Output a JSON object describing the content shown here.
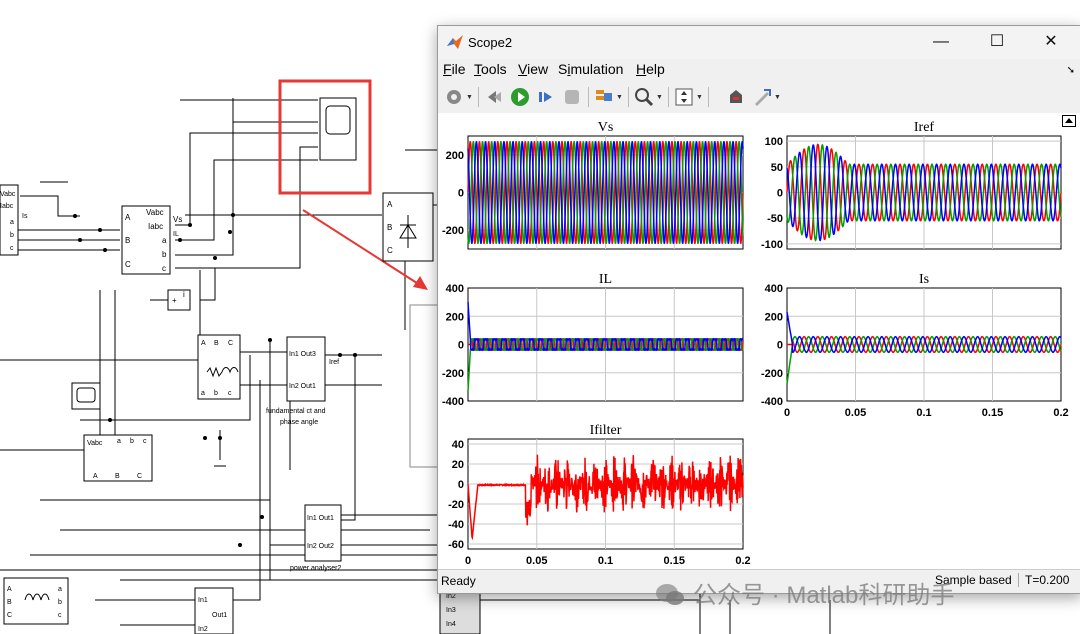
{
  "window": {
    "title": "Scope2",
    "minimize": "—",
    "maximize": "☐",
    "close": "✕"
  },
  "menu": [
    {
      "label": "File",
      "mnemonic": "F"
    },
    {
      "label": "Tools",
      "mnemonic": "T"
    },
    {
      "label": "View",
      "mnemonic": "V"
    },
    {
      "label": "Simulation",
      "mnemonic": "i"
    },
    {
      "label": "Help",
      "mnemonic": "H"
    }
  ],
  "toolbar": [
    "settings-icon",
    "restore-view-icon",
    "run-icon",
    "step-forward-icon",
    "stop-icon",
    "style-icon",
    "zoom-icon",
    "autoscale-icon",
    "highlight-icon",
    "measure-icon"
  ],
  "status": {
    "left": "Ready",
    "sample": "Sample based",
    "time": "T=0.200"
  },
  "watermark": "公众号 · Matlab科研助手",
  "colors": {
    "phase_a": "#ff0000",
    "phase_b": "#00a000",
    "phase_c": "#0000ff",
    "highlight_box": "#e53935"
  },
  "diagram": {
    "labels": {
      "vabc": "Vabc",
      "iabc": "Iabc",
      "is": "Is",
      "vabc2": "Vabc",
      "iabc2": "Iabc",
      "vs": "Vs",
      "a": "a",
      "b": "b",
      "c": "c",
      "A": "A",
      "B": "B",
      "C": "C",
      "il": "IL",
      "in1out3": "In1 Out3",
      "in2out1": "In2 Out1",
      "iref": "Iref",
      "fund1": "fundamental ct and",
      "fund2": "phase angle",
      "in1out1": "In1 Out1",
      "in2out2": "In2 Out2",
      "pa2": "power analyser2",
      "in1": "In1",
      "out1": "Out1",
      "in2": "In2",
      "in3": "In3",
      "in4": "In4",
      "plus": "+",
      "i": "i"
    }
  },
  "chart_data": [
    {
      "type": "line",
      "title": "Vs",
      "xlim": [
        0,
        0.2
      ],
      "ylim": [
        -300,
        300
      ],
      "yticks": [
        -200,
        0,
        200
      ],
      "xticks": [],
      "grid": true,
      "series": [
        {
          "color": "#ff0000",
          "amplitude": 270,
          "phase_deg": 0,
          "freq": 150
        },
        {
          "color": "#00a000",
          "amplitude": 270,
          "phase_deg": -120,
          "freq": 150
        },
        {
          "color": "#0000ff",
          "amplitude": 270,
          "phase_deg": 120,
          "freq": 150
        }
      ]
    },
    {
      "type": "line",
      "title": "Iref",
      "xlim": [
        0,
        0.2
      ],
      "ylim": [
        -110,
        110
      ],
      "yticks": [
        -100,
        -50,
        0,
        50,
        100
      ],
      "xticks": [],
      "grid": true,
      "series": [
        {
          "color": "#ff0000",
          "amplitude": 55,
          "phase_deg": 0,
          "freq": 100
        },
        {
          "color": "#00a000",
          "amplitude": 55,
          "phase_deg": -120,
          "freq": 100
        },
        {
          "color": "#0000ff",
          "amplitude": 55,
          "phase_deg": 120,
          "freq": 100
        }
      ]
    },
    {
      "type": "line",
      "title": "IL",
      "xlim": [
        0,
        0.2
      ],
      "ylim": [
        -400,
        400
      ],
      "yticks": [
        -400,
        -200,
        0,
        200,
        400
      ],
      "xticks": [],
      "grid": true,
      "series": [
        {
          "color": "#ff0000",
          "amplitude": 40,
          "phase_deg": 0,
          "freq": 150
        },
        {
          "color": "#00a000",
          "amplitude": 40,
          "phase_deg": -120,
          "freq": 150
        },
        {
          "color": "#0000ff",
          "amplitude": 40,
          "phase_deg": 120,
          "freq": 150
        }
      ]
    },
    {
      "type": "line",
      "title": "Is",
      "xlim": [
        0,
        0.2
      ],
      "ylim": [
        -400,
        400
      ],
      "yticks": [
        -400,
        -200,
        0,
        200,
        400
      ],
      "xticks": [
        0,
        0.05,
        0.1,
        0.15,
        0.2
      ],
      "grid": true,
      "series": [
        {
          "color": "#ff0000",
          "amplitude": 55,
          "phase_deg": 0,
          "freq": 100
        },
        {
          "color": "#00a000",
          "amplitude": 55,
          "phase_deg": -120,
          "freq": 100
        },
        {
          "color": "#0000ff",
          "amplitude": 55,
          "phase_deg": 120,
          "freq": 100
        }
      ]
    },
    {
      "type": "line",
      "title": "Ifilter",
      "xlim": [
        0,
        0.2
      ],
      "ylim": [
        -65,
        45
      ],
      "yticks": [
        -60,
        -40,
        -20,
        0,
        20,
        40
      ],
      "xticks": [
        0,
        0.05,
        0.1,
        0.15,
        0.2
      ],
      "grid": true,
      "series": [
        {
          "color": "#ff0000",
          "amplitude": 30,
          "noise": true
        }
      ]
    }
  ]
}
